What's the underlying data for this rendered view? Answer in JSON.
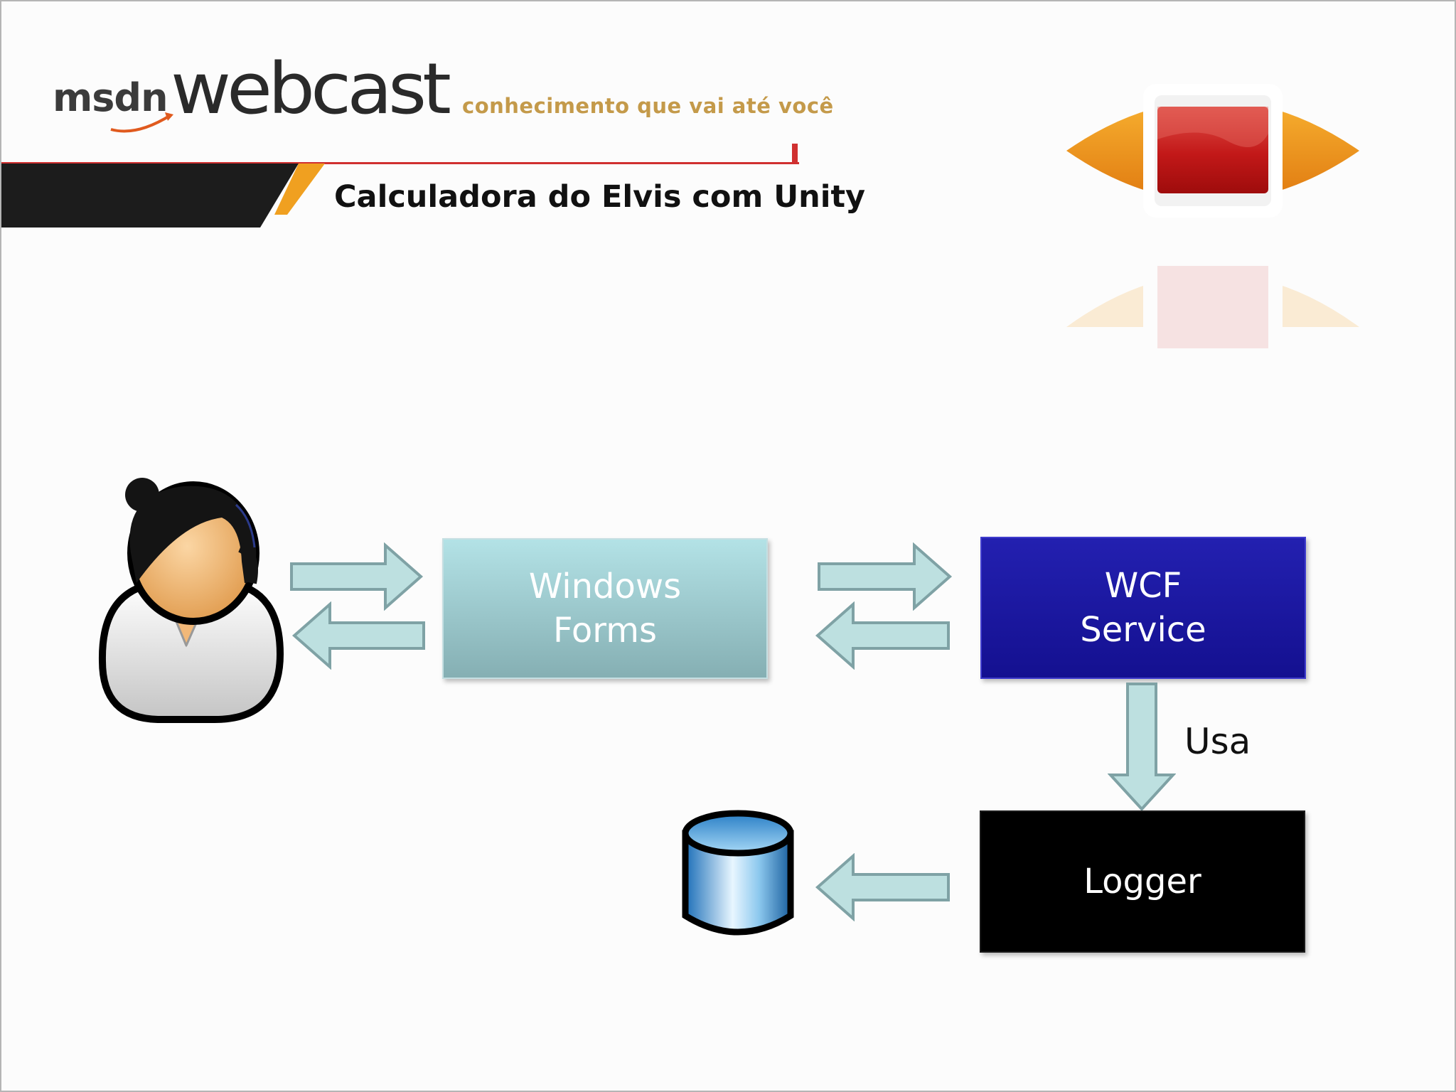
{
  "header": {
    "logo_msdn": "msdn",
    "logo_webcast": "webcast",
    "tagline": "conhecimento que vai até você",
    "title": "Calculadora do Elvis com Unity"
  },
  "diagram": {
    "user": {
      "icon": "user-icon"
    },
    "windows_forms": {
      "label": "Windows\nForms"
    },
    "wcf_service": {
      "label": "WCF\nService"
    },
    "logger": {
      "label": "Logger"
    },
    "database": {
      "icon": "database-icon"
    },
    "uses_label": "Usa"
  },
  "colors": {
    "windows_forms_box": "#9fd1d6",
    "wcf_service_box": "#1c1aa6",
    "logger_box": "#000000",
    "arrow_fill": "#bde0e0",
    "arrow_stroke": "#7fa2a5",
    "tagline": "#c49a4a",
    "accent_orange": "#f0a020",
    "accent_red": "#d41f1f"
  }
}
